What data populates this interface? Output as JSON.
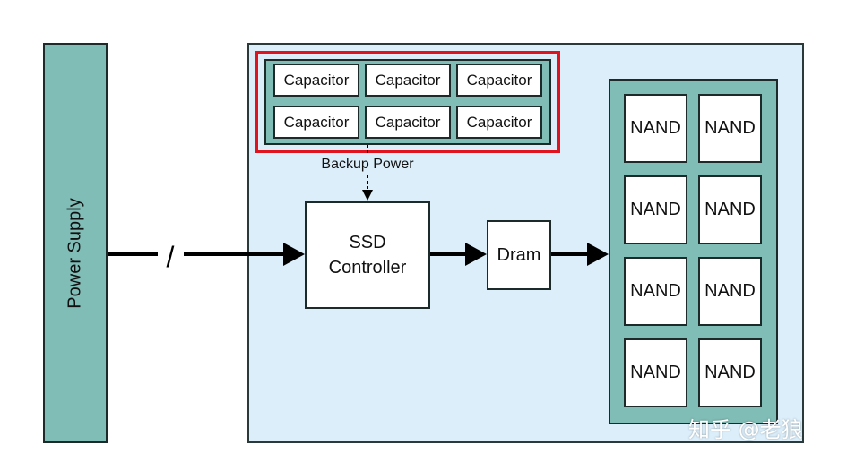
{
  "power_supply": {
    "label": "Power Supply"
  },
  "capacitors": [
    "Capacitor",
    "Capacitor",
    "Capacitor",
    "Capacitor",
    "Capacitor",
    "Capacitor"
  ],
  "backup_power_label": "Backup Power",
  "ssd_controller": {
    "line1": "SSD",
    "line2": "Controller"
  },
  "dram": {
    "label": "Dram"
  },
  "nands": [
    "NAND",
    "NAND",
    "NAND",
    "NAND",
    "NAND",
    "NAND",
    "NAND",
    "NAND"
  ],
  "slash_label": "/",
  "watermark": "知乎 @老狼",
  "colors": {
    "teal_fill": "#80bdb6",
    "board_fill": "#dbeefa",
    "highlight_red": "#e0141e",
    "outline": "#1c2a2a"
  }
}
